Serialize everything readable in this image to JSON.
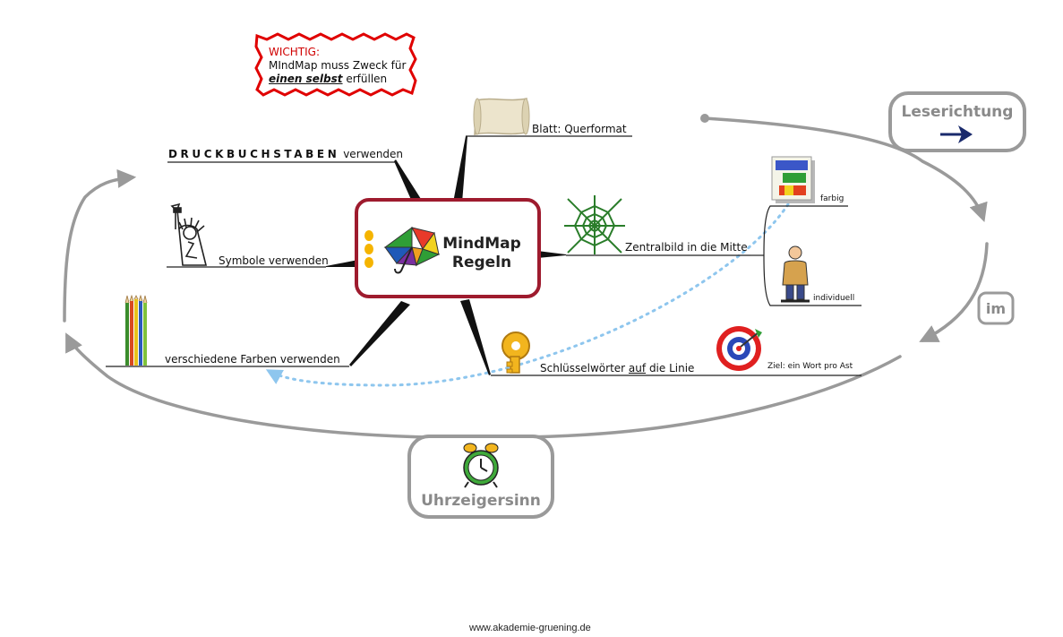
{
  "central": {
    "title_line1": "MindMap",
    "title_line2": "Regeln"
  },
  "important_note": {
    "title": "WICHTIG:",
    "line1": "MIndMap muss Zweck für",
    "line2_emphasis": "einen selbst",
    "line2_rest": "erfüllen"
  },
  "branches": {
    "blatt": "Blatt: Querformat",
    "druck_spaced": "DRUCKBUCHSTABEN",
    "druck_rest": "verwenden",
    "symbole": "Symbole verwenden",
    "farben": "verschiedene Farben verwenden",
    "zentralbild": "Zentralbild in die Mitte",
    "farbig": "farbig",
    "individuell": "individuell",
    "schluessel_a": "Schlüsselwörter",
    "schluessel_b": "auf",
    "schluessel_c": "die Linie",
    "ziel": "Ziel: ein Wort pro Ast"
  },
  "reading_direction": {
    "leserichtung": "Leserichtung",
    "im": "im",
    "uhrzeigersinn": "Uhrzeigersinn"
  },
  "footer": {
    "url": "www.akademie-gruening.de"
  },
  "colors": {
    "central_border": "#9e1b2e",
    "note_border": "#e00000",
    "branch": "#111111",
    "flow_grey": "#9a9a9a",
    "dotted_link": "#8ec6ee",
    "arrow_navy": "#1a2a6c"
  },
  "icons": [
    "umbrella-icon",
    "parchment-icon",
    "statue-of-liberty-icon",
    "pencils-icon",
    "spiderweb-icon",
    "color-palette-icon",
    "man-icon",
    "key-icon",
    "target-icon",
    "alarm-clock-icon",
    "arrow-right-icon"
  ]
}
